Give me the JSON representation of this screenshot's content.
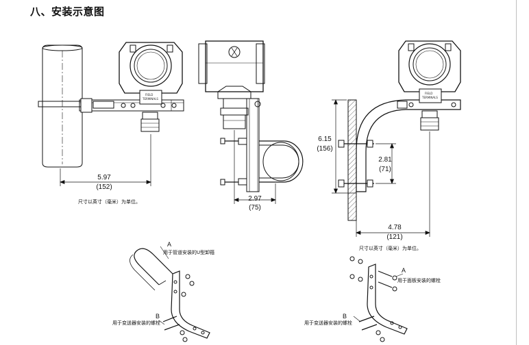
{
  "heading": "八、安装示意图",
  "figure1": {
    "dim_in": "5.97",
    "dim_mm": "(152)",
    "unit_note": "尺寸以英寸（毫米）为单位。",
    "terminal_label_1": "FIELD",
    "terminal_label_2": "TERMINALS"
  },
  "figure2": {
    "dim_in": "2.97",
    "dim_mm": "(75)"
  },
  "figure3": {
    "height_in": "6.15",
    "height_mm": "(156)",
    "spacing_in": "2.81",
    "spacing_mm": "(71)",
    "width_in": "4.78",
    "width_mm": "(121)",
    "unit_note": "尺寸以英寸（毫米）为单位。",
    "terminal_label_1": "FIELD",
    "terminal_label_2": "TERMINALS"
  },
  "detail_left": {
    "a_letter": "A",
    "a_text": "用于管道安装的U型卸箍",
    "b_letter": "B",
    "b_text": "用于变送器安装的螺栓"
  },
  "detail_right": {
    "a_letter": "A",
    "a_text": "用于面板安装的螺栓",
    "b_letter": "B",
    "b_text": "用于变送器安装的螺栓"
  }
}
